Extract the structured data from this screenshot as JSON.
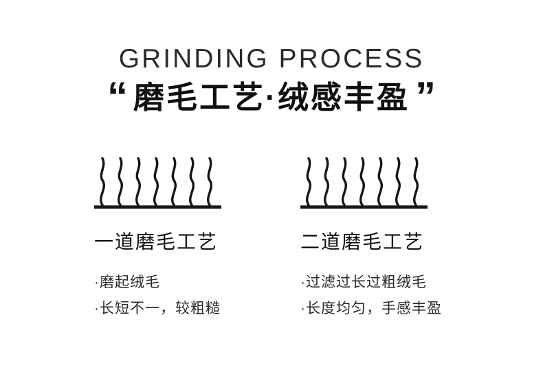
{
  "page": {
    "title_en": "GRINDING PROCESS",
    "quote_open": "“",
    "quote_close": "”",
    "title_zh": "磨毛工艺·绒感丰盈"
  },
  "columns": [
    {
      "heading": "一道磨毛工艺",
      "bullets": [
        "·磨起绒毛",
        "·长短不一，较粗糙"
      ]
    },
    {
      "heading": "二道磨毛工艺",
      "bullets": [
        "·过滤过长过粗绒毛",
        "·长度均匀，手感丰盈"
      ]
    }
  ],
  "colors": {
    "background": "#ffffff",
    "ink": "#161616"
  }
}
